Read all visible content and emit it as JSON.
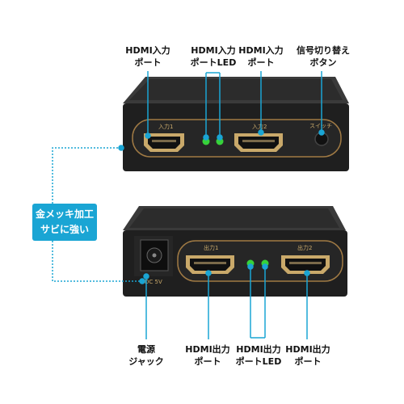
{
  "callouts": {
    "in1": [
      "HDMI入力",
      "ポート"
    ],
    "in_led": [
      "HDMI入力",
      "ポートLED"
    ],
    "in2": [
      "HDMI入力",
      "ポート"
    ],
    "switch": [
      "信号切り替え",
      "ボタン"
    ],
    "power": [
      "電源",
      "ジャック"
    ],
    "out1": [
      "HDMI出力",
      "ポート"
    ],
    "out_led": [
      "HDMI出力",
      "ポートLED"
    ],
    "out2": [
      "HDMI出力",
      "ポート"
    ]
  },
  "badge": [
    "金メッキ加工",
    "サビに強い"
  ],
  "panel_labels": {
    "front_in1": "入力1",
    "front_in2": "入力2",
    "front_switch": "スイッチ",
    "rear_out1": "出力1",
    "rear_out2": "出力2",
    "rear_dc": "DC 5V"
  },
  "colors": {
    "callout_line": "#1aa5d4",
    "badge_bg": "#1aa5d4",
    "device_body": "#1e1e1e",
    "panel": "#2b2b2b",
    "led_green": "#37d23a",
    "gold": "#c9a96a"
  }
}
